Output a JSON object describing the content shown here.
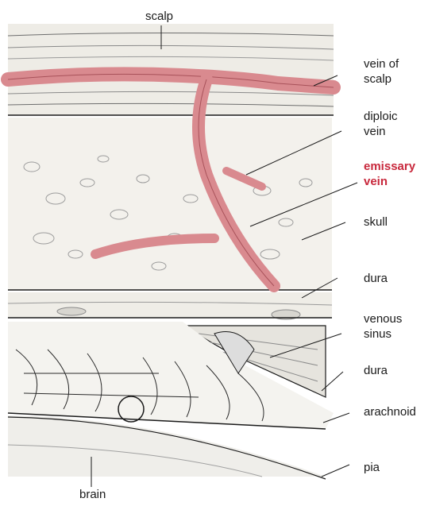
{
  "figure": {
    "highlight_color": "#c8283c",
    "vein_color": "#d98a8f",
    "vein_stroke": "#a8525a",
    "bone_color": "#f3f1ec",
    "line_color": "#1a1a1a"
  },
  "labels": {
    "scalp": "scalp",
    "vein_of_scalp_1": "vein of",
    "vein_of_scalp_2": "scalp",
    "diploic_vein_1": "diploic",
    "diploic_vein_2": "vein",
    "emissary_vein_1": "emissary",
    "emissary_vein_2": "vein",
    "skull": "skull",
    "dura_upper": "dura",
    "venous_sinus_1": "venous",
    "venous_sinus_2": "sinus",
    "dura_lower": "dura",
    "arachnoid": "arachnoid",
    "pia": "pia",
    "brain": "brain"
  }
}
